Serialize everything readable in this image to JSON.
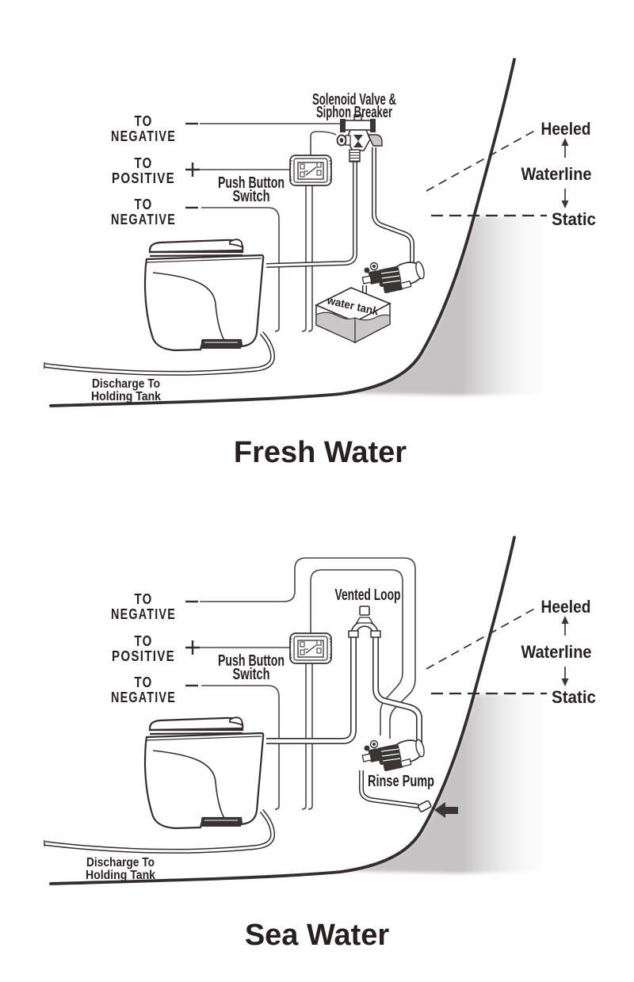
{
  "icons": {
    "minus": "−",
    "plus": "+",
    "waterline_arrow_up": "↑",
    "waterline_arrow_down": "↓",
    "water_intake_arrow": "◀"
  },
  "colors": {
    "line": "#332d2e",
    "text": "#272122",
    "water_shade": "#bfbdbe",
    "component_dark": "#3a3435"
  },
  "fresh_water": {
    "title": "Fresh Water",
    "labels": {
      "to_negative_top_l1": "TO",
      "to_negative_top_l2": "NEGATIVE",
      "to_positive_l1": "TO",
      "to_positive_l2": "POSITIVE",
      "to_negative_bottom_l1": "TO",
      "to_negative_bottom_l2": "NEGATIVE",
      "push_button_l1": "Push Button",
      "push_button_l2": "Switch",
      "solenoid_l1": "Solenoid Valve &",
      "solenoid_l2": "Siphon Breaker",
      "water_tank": "water tank",
      "discharge_l1": "Discharge To",
      "discharge_l2": "Holding Tank",
      "heeled": "Heeled",
      "waterline": "Waterline",
      "static": "Static"
    }
  },
  "sea_water": {
    "title": "Sea Water",
    "labels": {
      "to_negative_top_l1": "TO",
      "to_negative_top_l2": "NEGATIVE",
      "to_positive_l1": "TO",
      "to_positive_l2": "POSITIVE",
      "to_negative_bottom_l1": "TO",
      "to_negative_bottom_l2": "NEGATIVE",
      "push_button_l1": "Push Button",
      "push_button_l2": "Switch",
      "vented_loop": "Vented Loop",
      "rinse_pump": "Rinse Pump",
      "discharge_l1": "Discharge To",
      "discharge_l2": "Holding Tank",
      "heeled": "Heeled",
      "waterline": "Waterline",
      "static": "Static"
    }
  }
}
